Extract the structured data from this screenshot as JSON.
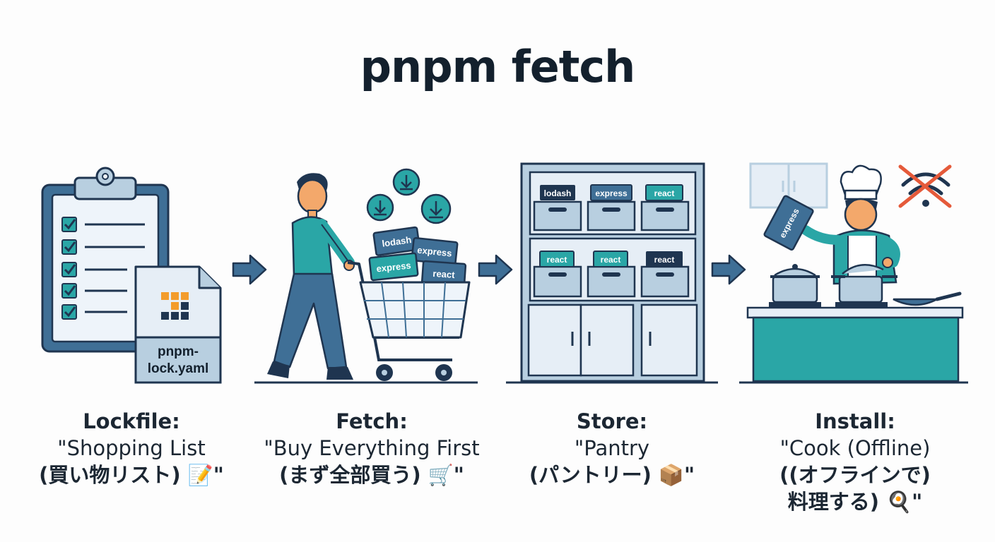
{
  "title": "pnpm fetch",
  "colors": {
    "navy": "#1f3550",
    "blue": "#3f6f96",
    "light_blue": "#b8cfe0",
    "teal": "#2aa6a6",
    "orange": "#f39c2b"
  },
  "steps": [
    {
      "heading": "Lockfile:",
      "lines": [
        "\"Shopping List",
        "(買い物リスト) 📝\""
      ],
      "illustration": {
        "kind": "clipboard-and-lockfile",
        "file_label": [
          "pnpm-",
          "lock.yaml"
        ]
      }
    },
    {
      "heading": "Fetch:",
      "lines": [
        "\"Buy Everything First",
        "(まず全部買う) 🛒\""
      ],
      "illustration": {
        "kind": "shopper-with-cart",
        "cart_packages": [
          "lodash",
          "express",
          "express",
          "react"
        ]
      }
    },
    {
      "heading": "Store:",
      "lines": [
        "\"Pantry",
        "(パントリー) 📦\""
      ],
      "illustration": {
        "kind": "pantry-shelves",
        "shelf_top": [
          "lodash",
          "express",
          "react"
        ],
        "shelf_middle": [
          "react",
          "react",
          "react"
        ]
      }
    },
    {
      "heading": "Install:",
      "lines": [
        "\"Cook (Offline)",
        "((オフラインで)",
        "料理する) 🍳\""
      ],
      "illustration": {
        "kind": "offline-chef",
        "held_package": "express"
      }
    }
  ]
}
